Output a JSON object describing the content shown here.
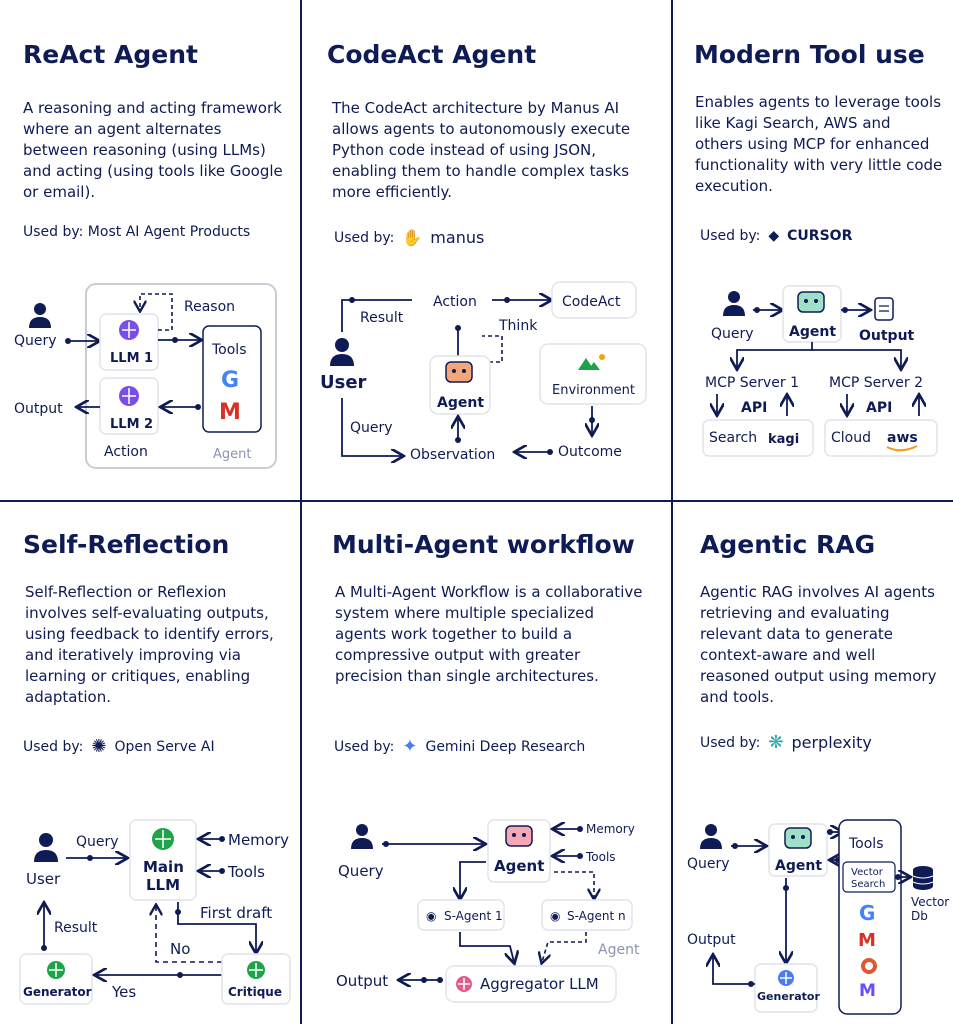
{
  "panels": [
    {
      "title": "ReAct Agent",
      "desc": "A reasoning and acting framework where an agent alternates between reasoning (using LLMs) and acting (using tools like Google or email).",
      "used_by": "Used by: Most AI Agent Products",
      "diagram": {
        "query": "Query",
        "output": "Output",
        "reason": "Reason",
        "llm1": "LLM 1",
        "llm2": "LLM 2",
        "tools": "Tools",
        "action": "Action",
        "agent": "Agent"
      }
    },
    {
      "title": "CodeAct Agent",
      "desc": "The CodeAct architecture by Manus AI allows agents to autonomously execute Python code instead of using JSON, enabling them to handle complex tasks more efficiently.",
      "used_by": "Used by:",
      "brand": "manus",
      "diagram": {
        "action": "Action",
        "codeact": "CodeAct",
        "result": "Result",
        "think": "Think",
        "user": "User",
        "agent": "Agent",
        "environment": "Environment",
        "query": "Query",
        "observation": "Observation",
        "outcome": "Outcome"
      }
    },
    {
      "title": "Modern Tool use",
      "desc": "Enables agents to leverage tools like Kagi Search, AWS and others using MCP for enhanced functionality with very little code execution.",
      "used_by": "Used by:",
      "brand": "CURSOR",
      "diagram": {
        "query": "Query",
        "agent": "Agent",
        "output": "Output",
        "mcp1": "MCP Server 1",
        "mcp2": "MCP Server 2",
        "api1": "API",
        "api2": "API",
        "search": "Search",
        "kagi": "kagi",
        "cloud": "Cloud",
        "aws": "aws"
      }
    },
    {
      "title": "Self-Reflection",
      "desc": "Self-Reflection or Reflexion involves self-evaluating outputs, using feedback to identify errors, and iteratively improving via learning or critiques, enabling adaptation.",
      "used_by": "Used by:",
      "brand": "Open Serve AI",
      "diagram": {
        "query": "Query",
        "user": "User",
        "main1": "Main",
        "main2": "LLM",
        "memory": "Memory",
        "tools": "Tools",
        "first_draft": "First draft",
        "result": "Result",
        "no": "No",
        "yes": "Yes",
        "generator": "Generator",
        "critique": "Critique"
      }
    },
    {
      "title": "Multi-Agent workflow",
      "desc": "A Multi-Agent Workflow is a collaborative system where multiple specialized agents work together to build a compressive output with greater precision than single architectures.",
      "used_by": "Used by:",
      "brand": "Gemini Deep Research",
      "diagram": {
        "query": "Query",
        "agent": "Agent",
        "memory": "Memory",
        "tools": "Tools",
        "sagent1": "S-Agent 1",
        "sagentn": "S-Agent n",
        "agent_label": "Agent",
        "output": "Output",
        "aggregator": "Aggregator LLM"
      }
    },
    {
      "title": "Agentic RAG",
      "desc": "Agentic RAG involves AI agents retrieving and evaluating relevant data to generate context-aware and well reasoned output using memory and tools.",
      "used_by": "Used by:",
      "brand": "perplexity",
      "diagram": {
        "query": "Query",
        "agent": "Agent",
        "tools": "Tools",
        "vector_search1": "Vector",
        "vector_search2": "Search",
        "vector_db1": "Vector",
        "vector_db2": "Db",
        "output": "Output",
        "generator": "Generator"
      }
    }
  ],
  "colors": {
    "navy": "#0f1b55",
    "purple": "#7a4ee8",
    "green": "#1fa34a",
    "agent_face": "#f2a679",
    "accent": "#6b7a99"
  }
}
